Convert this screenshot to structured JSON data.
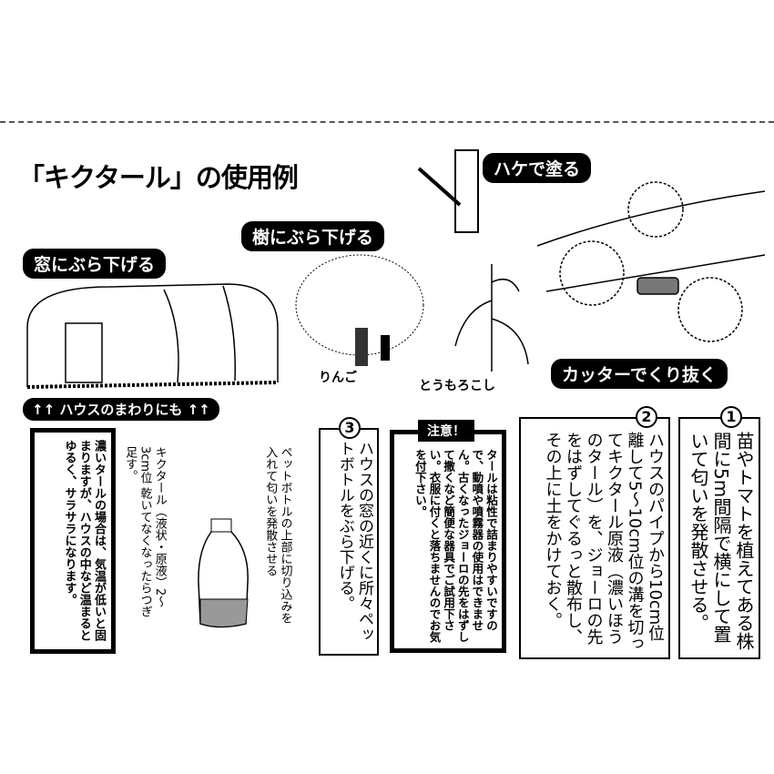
{
  "title": "「キクタール」の使用例",
  "labels": {
    "brush": "ハケで塗る",
    "tree": "樹にぶら下げる",
    "window": "窓にぶら下げる",
    "cutter": "カッターでくり抜く",
    "around": "↑↑ ハウスのまわりにも ↑↑",
    "apple": "りんご",
    "corn": "とうもろこし"
  },
  "note_left": "濃いタールの場合は、気温が低いと固まりますが、ハウスの中など温まるとゆるく、サラサラになります。",
  "bottle_text": "キクタール（液状・原液）2〜3cm位 乾いてなくなったらつぎ足す。",
  "bottle_text2": "ペットボトルの上部に切り込みを入れて匂いを発散させる",
  "step3": {
    "num": "3",
    "text": "ハウスの窓の近くに所々ペットボトルをぶら下げる。"
  },
  "caution": {
    "title": "注意！",
    "text": "タールは粘性で詰まりやすいですので、動噴や噴霧器の使用はできません。古くなったジョーロの先をはずして撒くなど簡便な器具でご試用下さい。衣服に付くと落ちませんのでお気を付下さい。"
  },
  "step2": {
    "num": "2",
    "text": "ハウスのパイプから10cm位離して5〜10cm位の溝を切ってキクタール原液（濃いほうのタール）を、ジョーロの先をはずしてぐるっと散布し、その上に土をかけておく。"
  },
  "step1": {
    "num": "1",
    "text": "苗やトマトを植えてある株間に5m間隔で横にして置いて匂いを発散させる。"
  }
}
